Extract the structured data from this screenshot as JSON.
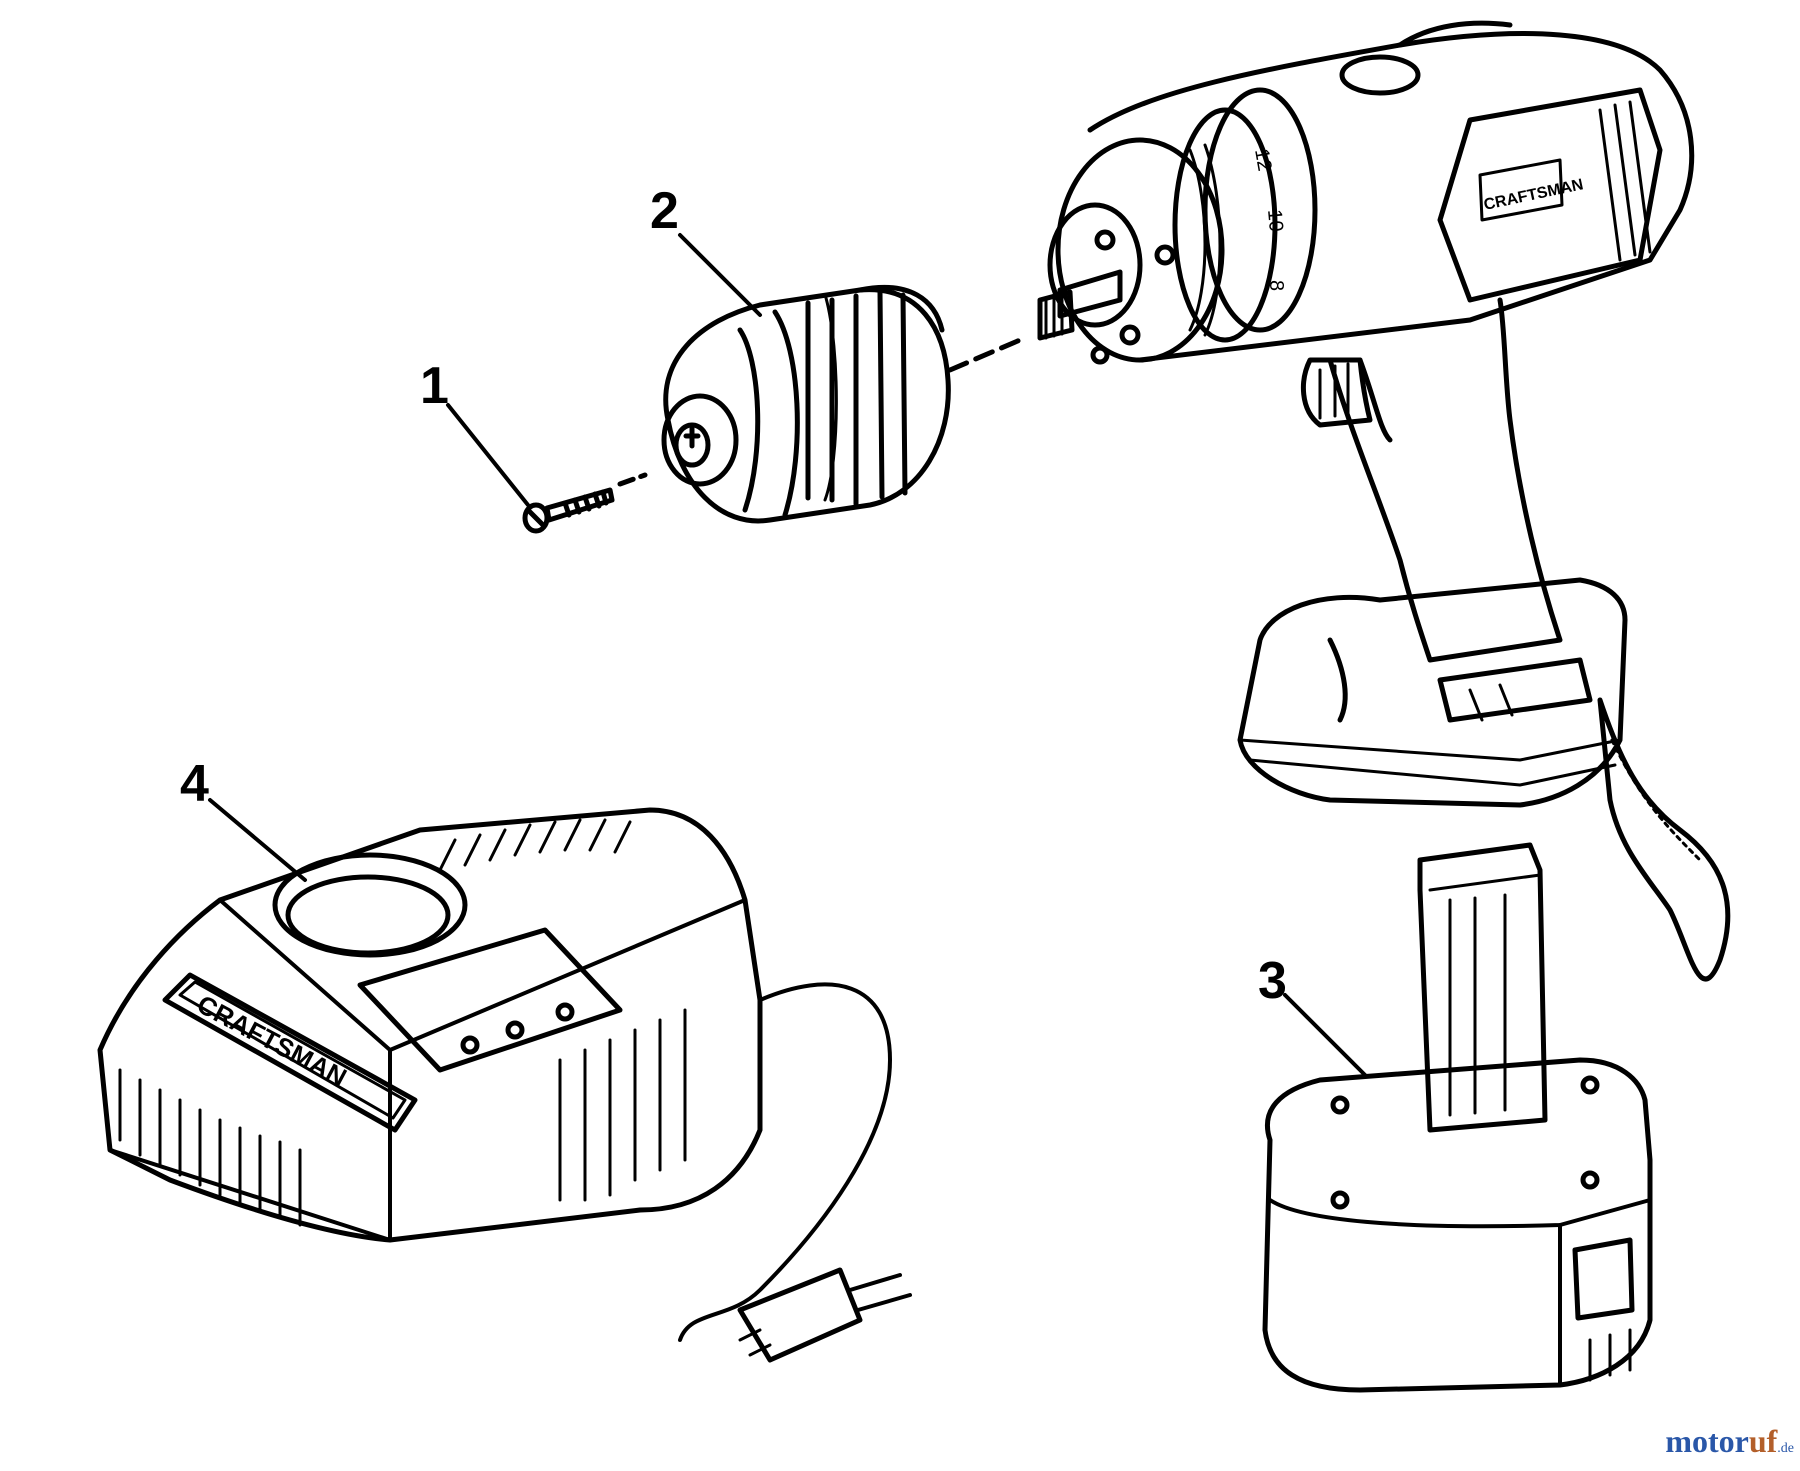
{
  "callouts": [
    {
      "label": "1"
    },
    {
      "label": "2"
    },
    {
      "label": "3"
    },
    {
      "label": "4"
    }
  ],
  "brand": {
    "drill": "CRAFTSMAN",
    "charger": "CRAFTSMAN"
  },
  "clutch_scale": [
    "12",
    "10",
    "8"
  ],
  "watermark": {
    "main_a": "motor",
    "main_b": "uf",
    "suffix": ".de"
  },
  "colors": {
    "ink": "#000000",
    "watermark_blue": "#2a57a8",
    "watermark_orange": "#b35f2a"
  }
}
